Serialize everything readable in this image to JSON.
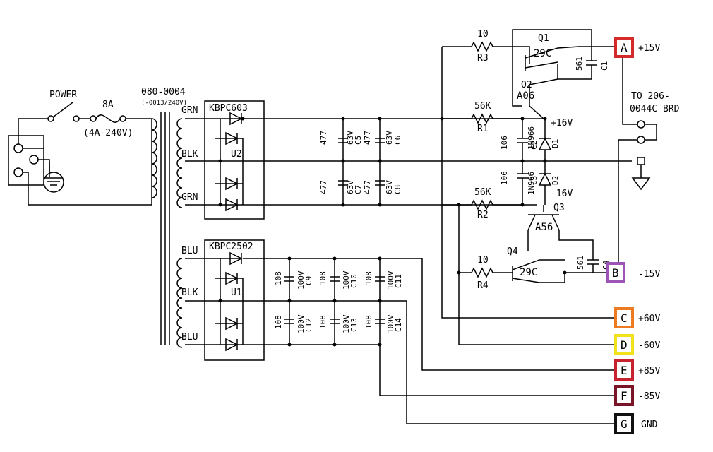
{
  "power": {
    "label": "POWER",
    "fuse": "8A",
    "fuse_alt": "(4A-240V)"
  },
  "transformer": {
    "part": "080-0004",
    "alt": "(-0013/240V)"
  },
  "bridges": [
    {
      "part": "KBPC603",
      "ref": "U2"
    },
    {
      "part": "KBPC2502",
      "ref": "U1"
    }
  ],
  "wires": {
    "grn1": "GRN",
    "blk1": "BLK",
    "grn2": "GRN",
    "blu1": "BLU",
    "blk2": "BLK",
    "blu2": "BLU"
  },
  "caps_upper": [
    {
      "value": "477",
      "volt": "63V",
      "ref": "C5"
    },
    {
      "value": "477",
      "volt": "63V",
      "ref": "C6"
    },
    {
      "value": "477",
      "volt": "63V",
      "ref": "C7"
    },
    {
      "value": "477",
      "volt": "63V",
      "ref": "C8"
    }
  ],
  "caps_lower": [
    {
      "value": "108",
      "volt": "100V",
      "ref": "C9"
    },
    {
      "value": "108",
      "volt": "100V",
      "ref": "C10"
    },
    {
      "value": "108",
      "volt": "100V",
      "ref": "C11"
    },
    {
      "value": "108",
      "volt": "100V",
      "ref": "C12"
    },
    {
      "value": "108",
      "volt": "100V",
      "ref": "C13"
    },
    {
      "value": "108",
      "volt": "100V",
      "ref": "C14"
    }
  ],
  "regulator": {
    "r3": {
      "value": "10",
      "ref": "R3"
    },
    "r1": {
      "value": "56K",
      "ref": "R1"
    },
    "r2": {
      "value": "56K",
      "ref": "R2"
    },
    "r4": {
      "value": "10",
      "ref": "R4"
    },
    "q1": {
      "ref": "Q1",
      "part": "29C"
    },
    "q2": {
      "ref": "Q2",
      "part": "A06"
    },
    "q3": {
      "ref": "Q3",
      "part": "A56"
    },
    "q4": {
      "ref": "Q4",
      "part": "29C"
    },
    "c1": {
      "value": "561",
      "ref": "C1"
    },
    "c2": {
      "value": "106",
      "ref": "C2"
    },
    "c3": {
      "value": "106",
      "ref": "C3"
    },
    "c4": {
      "value": "561",
      "ref": "C4"
    },
    "d1": {
      "part": "1N966",
      "ref": "D1",
      "volt": "+16V"
    },
    "d2": {
      "part": "1N966",
      "ref": "D2",
      "volt": "-16V"
    }
  },
  "to_board": {
    "line1": "TO 206-",
    "line2": "0044C BRD"
  },
  "outputs": [
    {
      "letter": "A",
      "label": "+15V",
      "color": "#d42a2a"
    },
    {
      "letter": "B",
      "label": "-15V",
      "color": "#9d55b5"
    },
    {
      "letter": "C",
      "label": "+60V",
      "color": "#ee7b22"
    },
    {
      "letter": "D",
      "label": "-60V",
      "color": "#f1e21c"
    },
    {
      "letter": "E",
      "label": "+85V",
      "color": "#c8222f"
    },
    {
      "letter": "F",
      "label": "-85V",
      "color": "#7a1528"
    },
    {
      "letter": "G",
      "label": "GND",
      "color": "#111111"
    }
  ]
}
